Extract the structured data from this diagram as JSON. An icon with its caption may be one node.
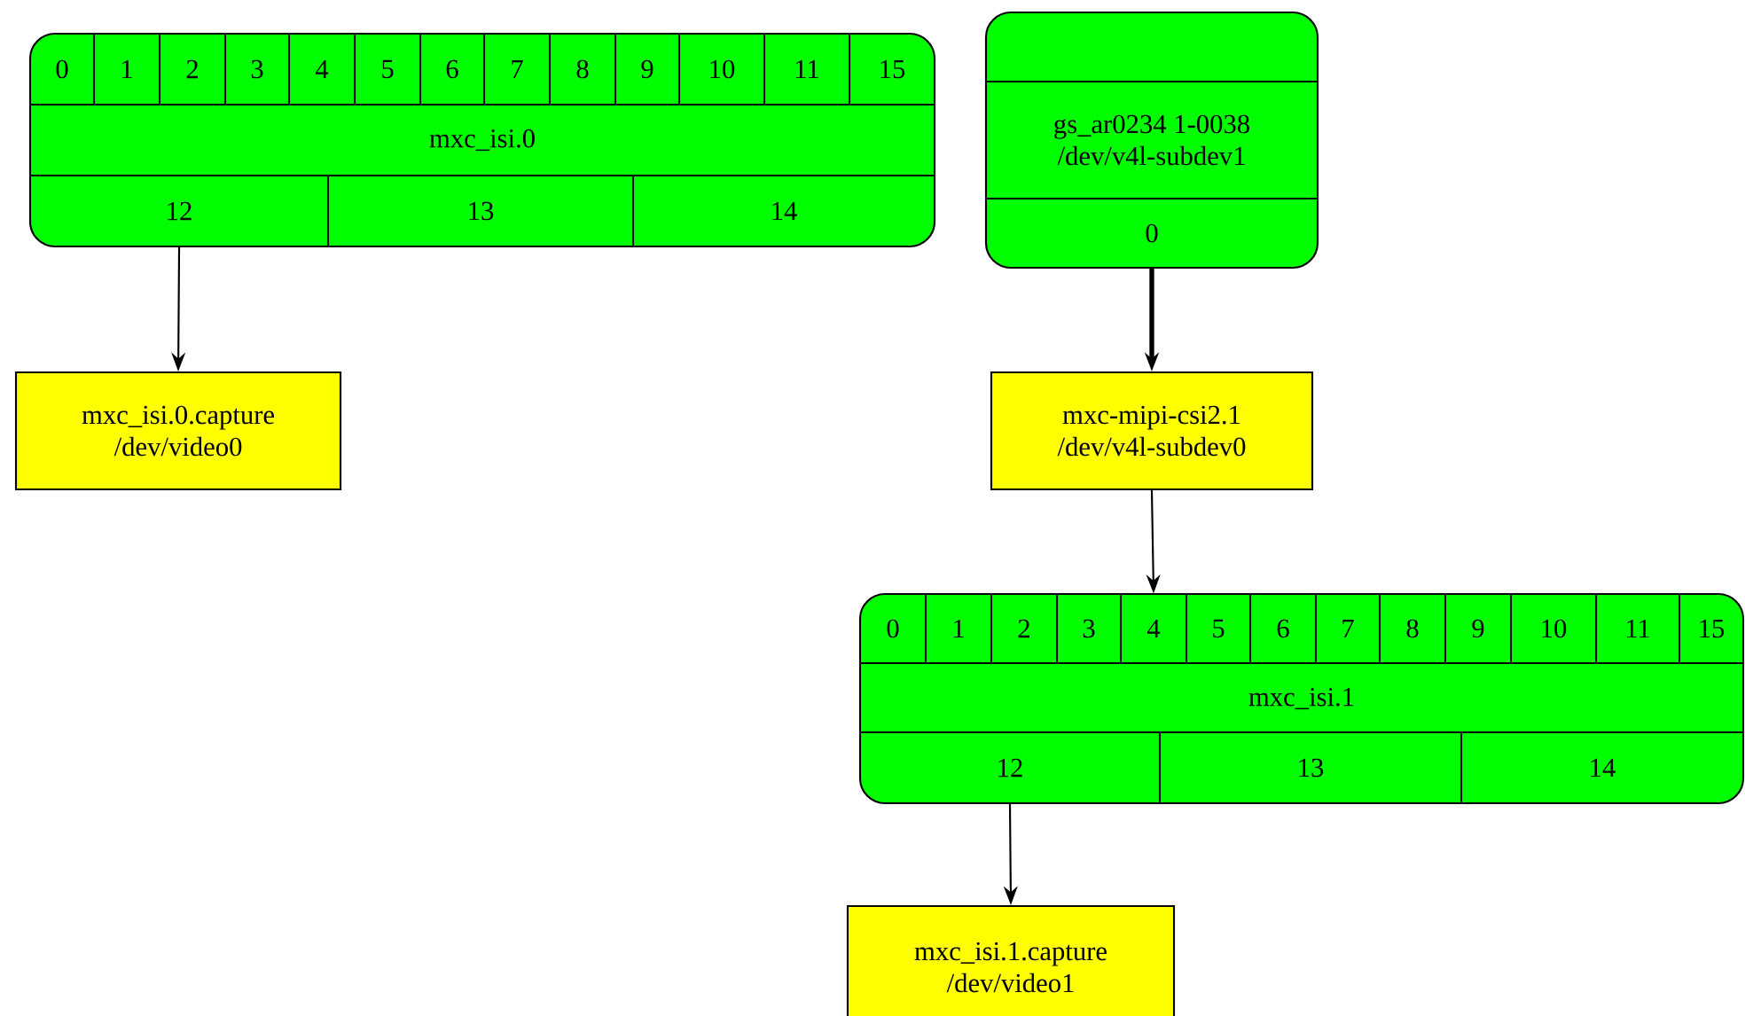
{
  "diagram": {
    "nodes": [
      {
        "text": [
          "mxc_isi.0"
        ]
      },
      {
        "text": [
          "0"
        ],
        "in": 0
      },
      {
        "text": [
          "1"
        ],
        "in": 0
      },
      {
        "text": [
          "2"
        ],
        "in": 0
      },
      {
        "text": [
          "3"
        ],
        "in": 0
      },
      {
        "text": [
          "4"
        ],
        "in": 0
      },
      {
        "text": [
          "5"
        ],
        "in": 0
      },
      {
        "text": [
          "6"
        ],
        "in": 0
      },
      {
        "text": [
          "7"
        ],
        "in": 0
      },
      {
        "text": [
          "8"
        ],
        "in": 0
      },
      {
        "text": [
          "9"
        ],
        "in": 0
      },
      {
        "text": [
          "10"
        ],
        "in": 0
      },
      {
        "text": [
          "11"
        ],
        "in": 0
      },
      {
        "text": [
          "15"
        ],
        "in": 0
      },
      {
        "text": [
          "12"
        ],
        "in": 0
      },
      {
        "text": [
          "13"
        ],
        "in": 0
      },
      {
        "text": [
          "14"
        ],
        "in": 0
      },
      {
        "text": [
          "gs_ar0234 1-0038 /dev/v4l-subdev1"
        ]
      },
      {
        "text": [
          "0"
        ],
        "in": 17
      },
      {
        "text": [
          "mxc_isi.0.capture /dev/video0"
        ]
      },
      {
        "text": [
          "mxc-mipi-csi2.1 /dev/v4l-subdev0"
        ]
      },
      {
        "text": [
          "mxc_isi.1"
        ]
      },
      {
        "text": [
          "0"
        ],
        "in": 21
      },
      {
        "text": [
          "1"
        ],
        "in": 21
      },
      {
        "text": [
          "2"
        ],
        "in": 21
      },
      {
        "text": [
          "3"
        ],
        "in": 21
      },
      {
        "text": [
          "4"
        ],
        "in": 21
      },
      {
        "text": [
          "5"
        ],
        "in": 21
      },
      {
        "text": [
          "6"
        ],
        "in": 21
      },
      {
        "text": [
          "7"
        ],
        "in": 21
      },
      {
        "text": [
          "8"
        ],
        "in": 21
      },
      {
        "text": [
          "9"
        ],
        "in": 21
      },
      {
        "text": [
          "10"
        ],
        "in": 21
      },
      {
        "text": [
          "11"
        ],
        "in": 21
      },
      {
        "text": [
          "15"
        ],
        "in": 21
      },
      {
        "text": [
          "12"
        ],
        "in": 21
      },
      {
        "text": [
          "13"
        ],
        "in": 21
      },
      {
        "text": [
          "14"
        ],
        "in": 21
      },
      {
        "text": [
          "mxc_isi.1.capture /dev/video1"
        ]
      }
    ],
    "edges": [
      {
        "from": 14,
        "to": 19,
        "arrow": "to"
      },
      {
        "from": 18,
        "to": 20,
        "arrow": "to",
        "style": "thick"
      },
      {
        "from": 20,
        "to": 26,
        "arrow": "to"
      },
      {
        "from": 35,
        "to": 38,
        "arrow": "to"
      }
    ]
  }
}
